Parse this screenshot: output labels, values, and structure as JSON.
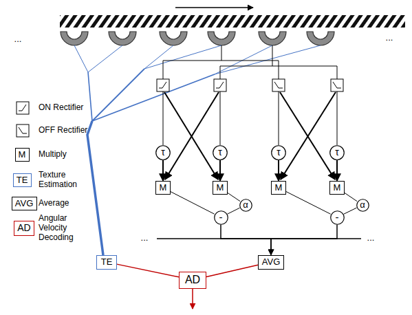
{
  "diagram": {
    "nodes": [
      {
        "text": [
          "M"
        ]
      },
      {
        "text": [
          "TE"
        ]
      },
      {
        "text": [
          "AVG"
        ]
      },
      {
        "text": [
          "AD"
        ]
      },
      {
        "text": [
          "τ"
        ]
      },
      {
        "text": [
          "τ"
        ]
      },
      {
        "text": [
          "τ"
        ]
      },
      {
        "text": [
          "τ"
        ]
      },
      {
        "text": [
          "M"
        ]
      },
      {
        "text": [
          "M"
        ]
      },
      {
        "text": [
          "M"
        ]
      },
      {
        "text": [
          "M"
        ]
      },
      {
        "text": [
          "α"
        ]
      },
      {
        "text": [
          "α"
        ]
      },
      {
        "text": [
          "-"
        ]
      },
      {
        "text": [
          "-"
        ]
      },
      {
        "text": [
          "TE"
        ]
      },
      {
        "text": [
          "AVG"
        ]
      },
      {
        "text": [
          "AD"
        ]
      }
    ],
    "edges": [
      {
        "from": 4,
        "to": 8,
        "arrow": "to"
      },
      {
        "from": 5,
        "to": 9,
        "arrow": "to"
      },
      {
        "from": 6,
        "to": 10,
        "arrow": "to"
      },
      {
        "from": 7,
        "to": 11,
        "arrow": "to"
      },
      {
        "from": 8,
        "to": 14,
        "arrow": "none"
      },
      {
        "from": 9,
        "to": 12,
        "arrow": "none"
      },
      {
        "from": 12,
        "to": 14,
        "arrow": "none"
      },
      {
        "from": 10,
        "to": 15,
        "arrow": "none"
      },
      {
        "from": 11,
        "to": 13,
        "arrow": "none"
      },
      {
        "from": 13,
        "to": 15,
        "arrow": "none"
      },
      {
        "from": 14,
        "to": 17,
        "arrow": "to"
      },
      {
        "from": 15,
        "to": 17,
        "arrow": "to"
      },
      {
        "from": 16,
        "to": 18,
        "arrow": "none"
      },
      {
        "from": 17,
        "to": 18,
        "arrow": "none"
      }
    ],
    "labels": [
      "...",
      "...",
      "...",
      "..."
    ],
    "legend": [
      {
        "text": "ON Rectifier"
      },
      {
        "text": "OFF Rectifier"
      },
      {
        "text": "Multiply"
      },
      {
        "text": "Texture Estimation"
      },
      {
        "text": "Average"
      },
      {
        "text": "Angular Velocity Decoding"
      }
    ]
  }
}
